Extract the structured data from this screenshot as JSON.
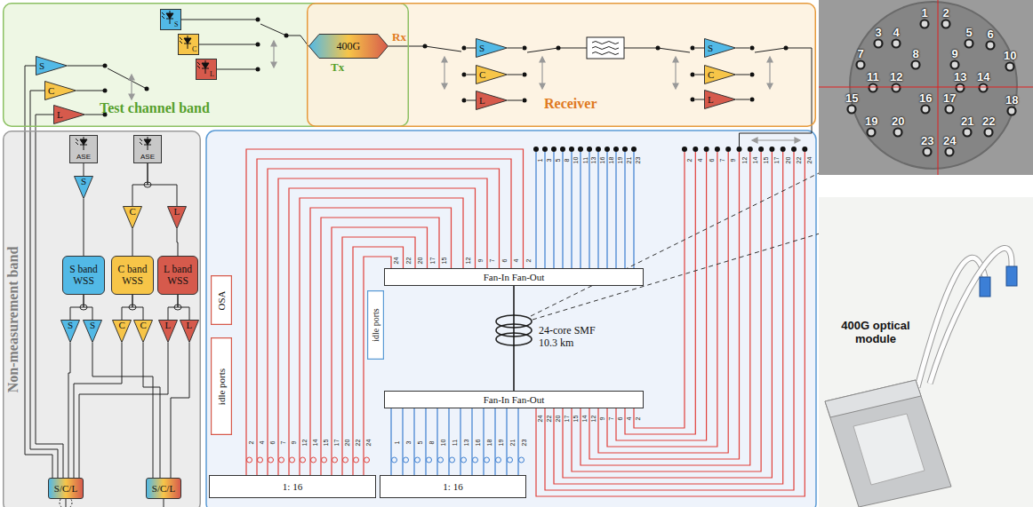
{
  "diagram": {
    "nodes": [
      {
        "text": [
          "Test channel band"
        ]
      },
      {
        "text": [
          "S"
        ],
        "in": 0
      },
      {
        "text": [
          "C"
        ],
        "in": 0
      },
      {
        "text": [
          "L"
        ],
        "in": 0
      },
      {
        "text": [
          "S"
        ],
        "in": 0
      },
      {
        "text": [
          "C"
        ],
        "in": 0
      },
      {
        "text": [
          "L"
        ],
        "in": 0
      },
      {
        "text": [
          "400G"
        ]
      },
      {
        "text": [
          "Receiver"
        ]
      },
      {
        "text": [
          "S"
        ],
        "in": 8
      },
      {
        "text": [
          "C"
        ],
        "in": 8
      },
      {
        "text": [
          "L"
        ],
        "in": 8
      },
      {
        "text": [
          "S"
        ],
        "in": 8
      },
      {
        "text": [
          "C"
        ],
        "in": 8
      },
      {
        "text": [
          "L"
        ],
        "in": 8
      },
      {
        "text": [
          "Non-measurement band"
        ]
      },
      {
        "text": [
          "ASE"
        ],
        "in": 15
      },
      {
        "text": [
          "ASE"
        ],
        "in": 15
      },
      {
        "text": [
          "S"
        ],
        "in": 15
      },
      {
        "text": [
          "C"
        ],
        "in": 15
      },
      {
        "text": [
          "L"
        ],
        "in": 15
      },
      {
        "text": [
          "S band WSS"
        ],
        "in": 15
      },
      {
        "text": [
          "C band WSS"
        ],
        "in": 15
      },
      {
        "text": [
          "L band WSS"
        ],
        "in": 15
      },
      {
        "text": [
          "S"
        ],
        "in": 15
      },
      {
        "text": [
          "S"
        ],
        "in": 15
      },
      {
        "text": [
          "C"
        ],
        "in": 15
      },
      {
        "text": [
          "C"
        ],
        "in": 15
      },
      {
        "text": [
          "L"
        ],
        "in": 15
      },
      {
        "text": [
          "L"
        ],
        "in": 15
      },
      {
        "text": [
          "S/C/L"
        ],
        "in": 15
      },
      {
        "text": [
          "S/C/L"
        ],
        "in": 15
      },
      {
        "text": [
          "OSA"
        ]
      },
      {
        "text": [
          "idle ports"
        ]
      },
      {
        "text": [
          "idle ports"
        ]
      },
      {
        "text": [
          "Fan-In Fan-Out"
        ]
      },
      {
        "text": [
          "Fan-In Fan-Out"
        ]
      },
      {
        "text": [
          "1: 16"
        ]
      },
      {
        "text": [
          "1: 16"
        ]
      }
    ],
    "edges": [
      {
        "from": 16,
        "to": 18,
        "arrow": "none"
      },
      {
        "from": 18,
        "to": 21,
        "arrow": "none"
      },
      {
        "from": 17,
        "to": 19,
        "arrow": "none"
      },
      {
        "from": 17,
        "to": 20,
        "arrow": "none"
      },
      {
        "from": 19,
        "to": 22,
        "arrow": "none"
      },
      {
        "from": 20,
        "to": 23,
        "arrow": "none"
      },
      {
        "from": 21,
        "to": 24,
        "arrow": "none"
      },
      {
        "from": 21,
        "to": 25,
        "arrow": "none"
      },
      {
        "from": 22,
        "to": 26,
        "arrow": "none"
      },
      {
        "from": 22,
        "to": 27,
        "arrow": "none"
      },
      {
        "from": 23,
        "to": 28,
        "arrow": "none"
      },
      {
        "from": 23,
        "to": 29,
        "arrow": "none"
      },
      {
        "from": 24,
        "to": 30,
        "arrow": "none"
      },
      {
        "from": 26,
        "to": 30,
        "arrow": "none"
      },
      {
        "from": 28,
        "to": 30,
        "arrow": "none"
      },
      {
        "from": 25,
        "to": 31,
        "arrow": "none"
      },
      {
        "from": 27,
        "to": 31,
        "arrow": "none"
      },
      {
        "from": 29,
        "to": 31,
        "arrow": "none"
      },
      {
        "from": 1,
        "to": 30,
        "arrow": "none"
      },
      {
        "from": 2,
        "to": 30,
        "arrow": "none"
      },
      {
        "from": 3,
        "to": 30,
        "arrow": "none"
      },
      {
        "from": 35,
        "to": 36,
        "arrow": "none"
      },
      {
        "from": 35,
        "to": 37,
        "arrow": "none"
      },
      {
        "from": 36,
        "to": 38,
        "arrow": "none"
      }
    ],
    "labels": [
      "Tx",
      "Rx",
      "1",
      "2",
      "3",
      "4",
      "5",
      "6",
      "7",
      "8",
      "9",
      "10",
      "11",
      "12",
      "13",
      "14",
      "15",
      "16",
      "17",
      "18",
      "19",
      "20",
      "21",
      "22",
      "23",
      "24",
      "400G optical module",
      "24-core SMF 10.3 km",
      "24",
      "22",
      "20",
      "17",
      "15",
      "12",
      "9",
      "7",
      "6",
      "4",
      "2",
      "1",
      "3",
      "5",
      "8",
      "10",
      "11",
      "13",
      "16",
      "18",
      "19",
      "21",
      "23",
      "2",
      "4",
      "6",
      "7",
      "9",
      "12",
      "14",
      "15",
      "17",
      "20",
      "22",
      "24",
      "24",
      "22",
      "20",
      "17",
      "15",
      "14",
      "12",
      "9",
      "7",
      "6",
      "4",
      "2",
      "2",
      "4",
      "6",
      "7",
      "9",
      "12",
      "14",
      "15",
      "17",
      "20",
      "22",
      "24",
      "1",
      "3",
      "5",
      "8",
      "10",
      "11",
      "13",
      "16",
      "18",
      "19",
      "21",
      "23"
    ]
  }
}
